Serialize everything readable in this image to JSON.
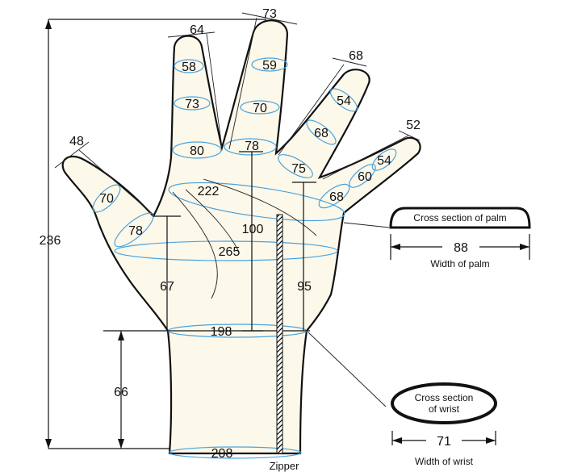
{
  "labels": {
    "finger_pinky_tip": "48",
    "finger_pinky_mid": "70",
    "finger_pinky_base": "78",
    "finger_ring_top": "64",
    "finger_ring_tip": "58",
    "finger_ring_mid": "73",
    "finger_ring_base": "80",
    "finger_middle_top": "73",
    "finger_middle_tip": "59",
    "finger_middle_mid": "70",
    "finger_middle_base": "78",
    "finger_index_top": "68",
    "finger_index_tip": "54",
    "finger_index_mid": "68",
    "finger_index_base": "75",
    "thumb_top": "52",
    "thumb_tip": "54",
    "thumb_mid": "60",
    "thumb_base": "68",
    "palm_diag": "222",
    "palm_circ": "265",
    "palm_center": "100",
    "hand_length": "236",
    "pinky_side": "67",
    "index_side": "95",
    "wrist_circ": "198",
    "wrist_length": "66",
    "cuff_circ": "208",
    "zipper": "Zipper"
  },
  "palm_section": {
    "title": "Cross section of palm",
    "width_value": "88",
    "width_label": "Width of palm"
  },
  "wrist_section": {
    "title_line1": "Cross section",
    "title_line2": "of wrist",
    "width_value": "71",
    "width_label": "Width of wrist"
  },
  "colors": {
    "glove_fill": "#fcf8ea",
    "ellipse": "#4aa3df",
    "outline": "#111111"
  }
}
